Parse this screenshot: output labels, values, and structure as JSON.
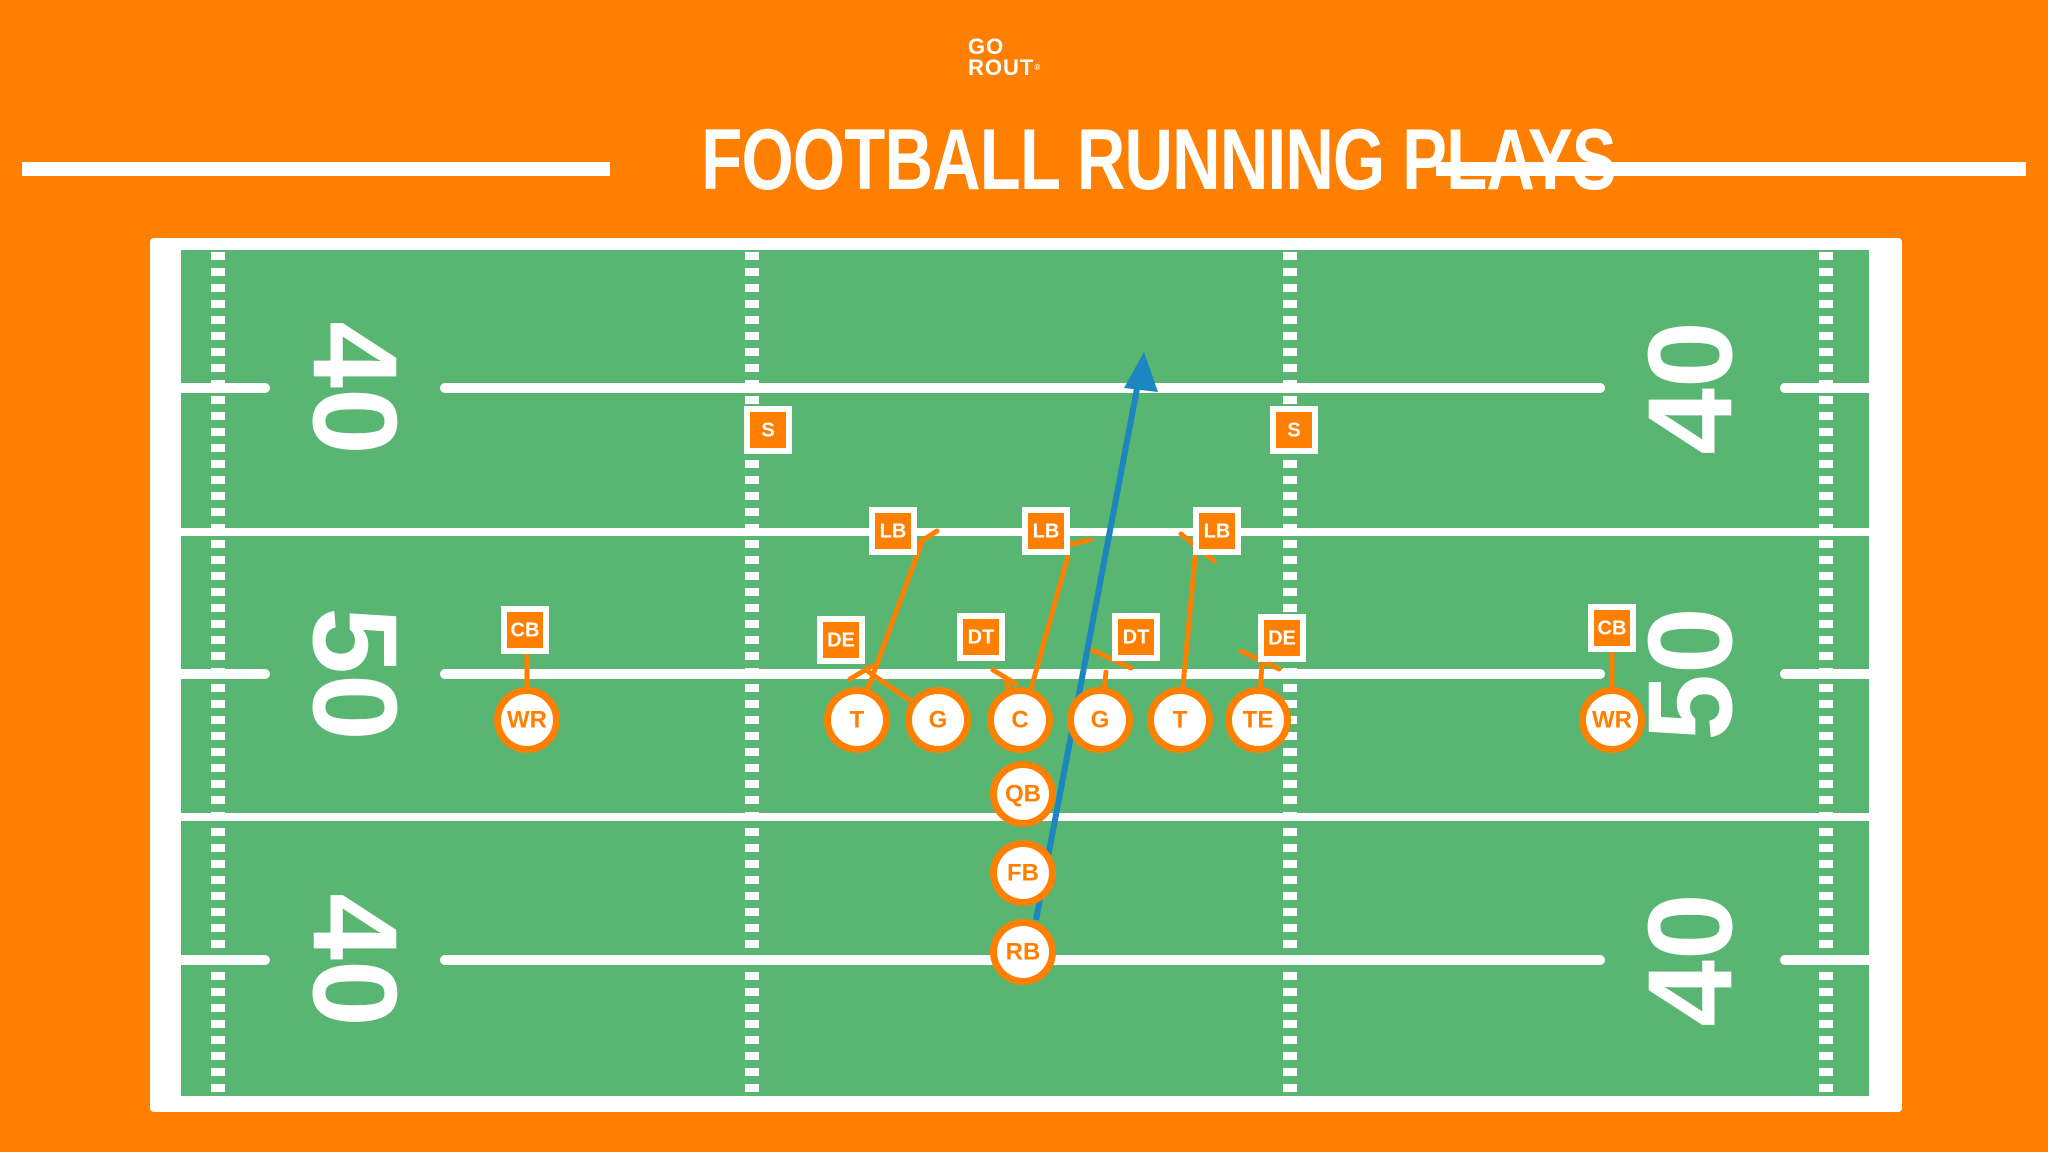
{
  "logo": {
    "line1": "GO",
    "line2": "ROUT",
    "mark": "®"
  },
  "title": "FOOTBALL RUNNING PLAYS",
  "colors": {
    "background": "#FF8000",
    "field": "#59B572",
    "lines": "#FFFFFF",
    "player": "#FF8000",
    "route": "#1B86BF"
  },
  "field": {
    "yard_numbers_left": [
      "40",
      "50",
      "40"
    ],
    "yard_numbers_right": [
      "40",
      "50",
      "40"
    ]
  },
  "offense": [
    {
      "label": "WR"
    },
    {
      "label": "T"
    },
    {
      "label": "G"
    },
    {
      "label": "C"
    },
    {
      "label": "G"
    },
    {
      "label": "T"
    },
    {
      "label": "TE"
    },
    {
      "label": "WR"
    },
    {
      "label": "QB"
    },
    {
      "label": "FB"
    },
    {
      "label": "RB"
    }
  ],
  "defense": [
    {
      "label": "S"
    },
    {
      "label": "S"
    },
    {
      "label": "LB"
    },
    {
      "label": "LB"
    },
    {
      "label": "LB"
    },
    {
      "label": "CB"
    },
    {
      "label": "DE"
    },
    {
      "label": "DT"
    },
    {
      "label": "DT"
    },
    {
      "label": "DE"
    },
    {
      "label": "CB"
    }
  ]
}
